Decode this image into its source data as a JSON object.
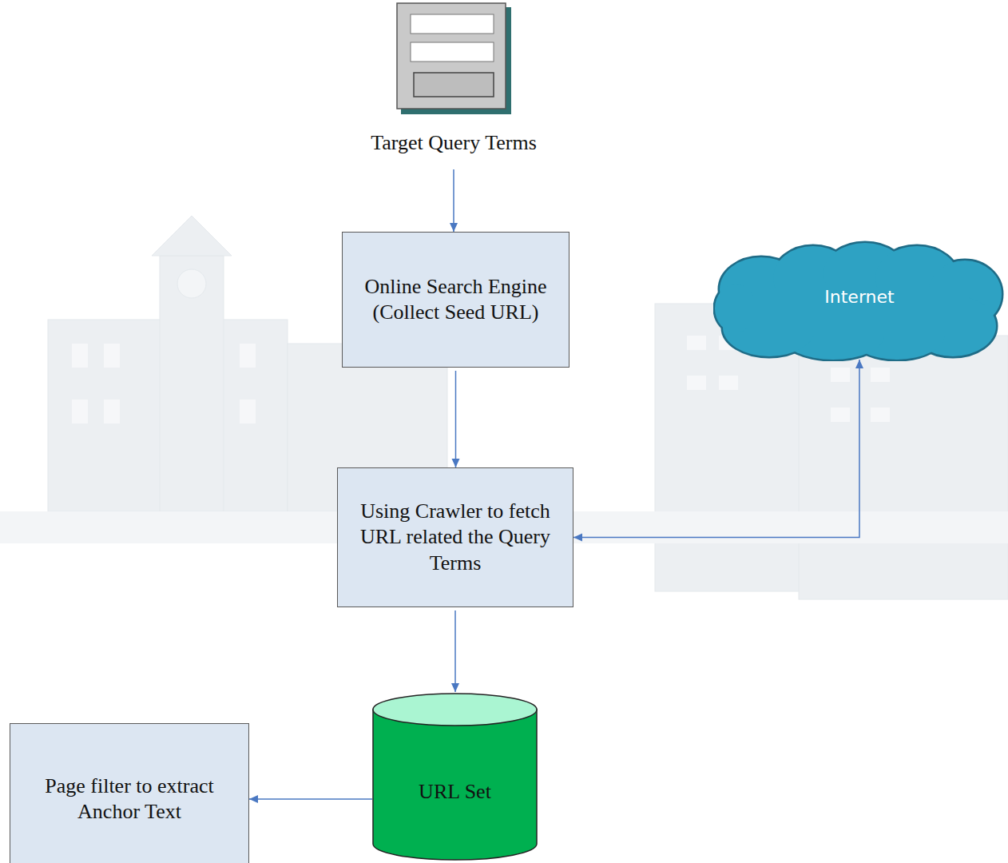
{
  "diagram": {
    "nodes": [
      {
        "text": [
          "Target Query Terms"
        ]
      },
      {
        "text": [
          "Online Search Engine (Collect Seed URL)"
        ]
      },
      {
        "text": [
          "Internet"
        ]
      },
      {
        "text": [
          "Using Crawler to fetch URL related the Query Terms"
        ]
      },
      {
        "text": [
          "URL Set"
        ]
      },
      {
        "text": [
          "Page filter to extract Anchor Text"
        ]
      }
    ],
    "edges": [
      {
        "from": 0,
        "to": 1,
        "arrow": "to"
      },
      {
        "from": 1,
        "to": 3,
        "arrow": "to"
      },
      {
        "from": 3,
        "to": 2,
        "arrow": "both"
      },
      {
        "from": 3,
        "to": 4,
        "arrow": "to"
      },
      {
        "from": 4,
        "to": 5,
        "arrow": "to"
      }
    ]
  }
}
